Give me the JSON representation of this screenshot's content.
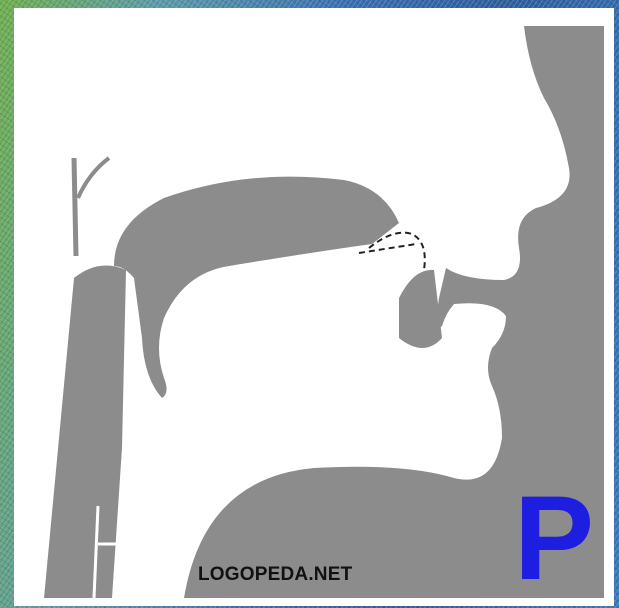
{
  "site_label": "LOGOPEDA.NET",
  "sound_letter": "P",
  "colors": {
    "tissue": "#8c8c8c",
    "background_panel": "#ffffff",
    "letter": "#1e1ee0"
  },
  "icons": {
    "figure": "sagittal-head-section"
  }
}
